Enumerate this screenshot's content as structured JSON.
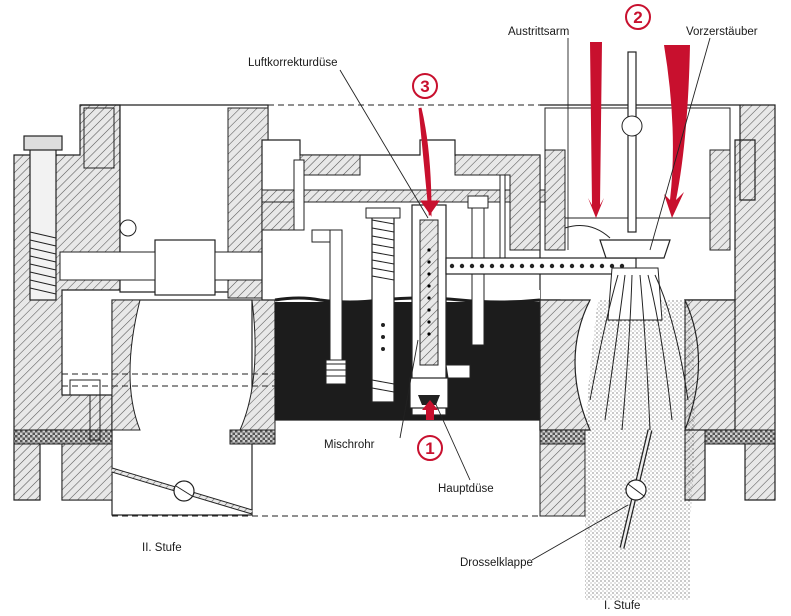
{
  "labels": {
    "luftkorrekturduese": "Luftkorrekturdüse",
    "austrittsarm": "Austrittsarm",
    "vorzerstaeuber": "Vorzerstäuber",
    "mischrohr": "Mischrohr",
    "hauptduese": "Hauptdüse",
    "drosselklappe": "Drosselklappe",
    "stufe2": "II. Stufe",
    "stufe1": "I. Stufe"
  },
  "markers": [
    {
      "id": "1",
      "text": "1"
    },
    {
      "id": "2",
      "text": "2"
    },
    {
      "id": "3",
      "text": "3"
    }
  ],
  "colors": {
    "accent": "#c8102e",
    "fuel": "#1c1c1c",
    "line": "#222222",
    "hatch": "#444444"
  }
}
